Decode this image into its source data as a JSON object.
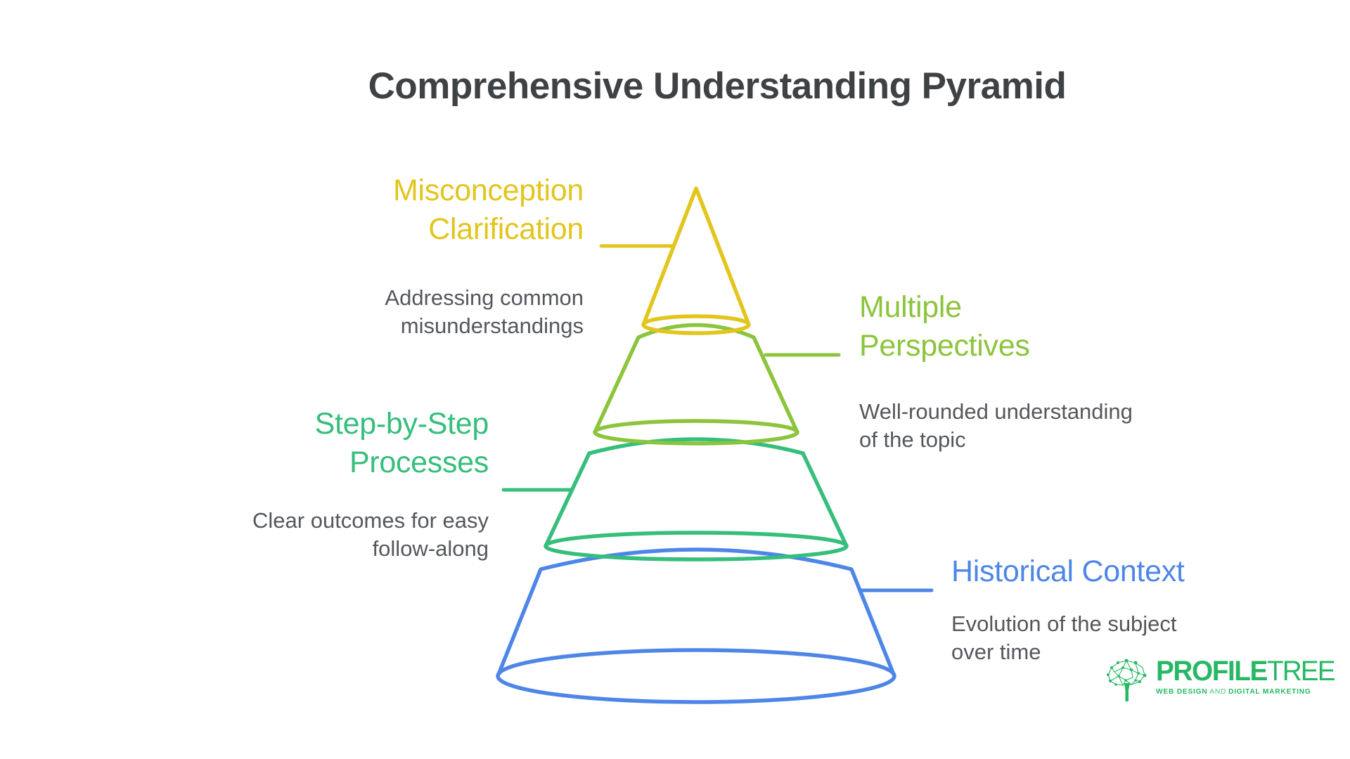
{
  "header": {
    "title": "Comprehensive Understanding Pyramid"
  },
  "colors": {
    "background": "#FFFFFF",
    "title_text": "#3F4245",
    "description_text": "#54575C",
    "misconception": "#E2C51D",
    "multiple_perspectives": "#8CC43C",
    "step_by_step": "#36BE7C",
    "historical_context": "#4E86E8",
    "logo_green": "#28B865"
  },
  "pyramid": {
    "levels": [
      {
        "name": "Misconception Clarification",
        "title_lines": [
          "Misconception",
          "Clarification"
        ],
        "description_lines": [
          "Addressing common",
          "misunderstandings"
        ],
        "color": "#E2C51D",
        "label_side": "left"
      },
      {
        "name": "Multiple Perspectives",
        "title_lines": [
          "Multiple",
          "Perspectives"
        ],
        "description_lines": [
          "Well-rounded understanding",
          "of the topic"
        ],
        "color": "#8CC43C",
        "label_side": "right"
      },
      {
        "name": "Step-by-Step Processes",
        "title_lines": [
          "Step-by-Step",
          "Processes"
        ],
        "description_lines": [
          "Clear outcomes for easy",
          "follow-along"
        ],
        "color": "#36BE7C",
        "label_side": "left"
      },
      {
        "name": "Historical Context",
        "title_lines": [
          "Historical Context"
        ],
        "description_lines": [
          "Evolution of the subject",
          "over time"
        ],
        "color": "#4E86E8",
        "label_side": "right"
      }
    ]
  },
  "logo": {
    "brand_bold": "PROFILE",
    "brand_light": "TREE",
    "tagline_bold_1": "WEB DESIGN",
    "tagline_and": "AND",
    "tagline_bold_2": "DIGITAL MARKETING",
    "color": "#28B865"
  }
}
